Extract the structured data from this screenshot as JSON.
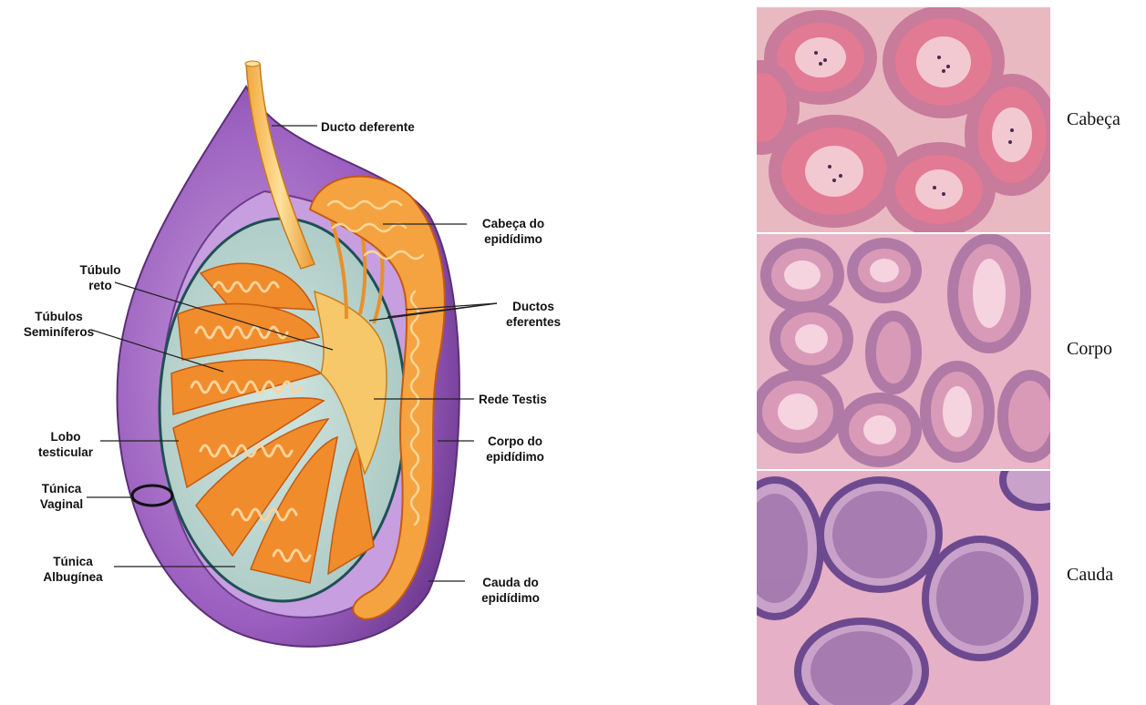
{
  "diagram": {
    "labels": {
      "ducto_deferente": "Ducto deferente",
      "cabeca_epididimo": "Cabeça do\nepidídimo",
      "tubulo_reto": "Túbulo\nreto",
      "ductos_eferentes": "Ductos\neferentes",
      "tubulos_seminiferos": "Túbulos\nSeminíferos",
      "rede_testis": "Rede Testis",
      "lobo_testicular": "Lobo\ntesticular",
      "corpo_epididimo": "Corpo do\nepidídimo",
      "tunica_vaginal": "Túnica\nVaginal",
      "tunica_albuginea": "Túnica\nAlbugínea",
      "cauda_epididimo": "Cauda do\nepidídimo"
    }
  },
  "histology": [
    {
      "label": "Cabeça"
    },
    {
      "label": "Corpo"
    },
    {
      "label": "Cauda"
    }
  ],
  "colors": {
    "tunica": "#9b59b6",
    "tubule_orange": "#f08c2c",
    "tubule_light": "#fcd39a",
    "rete": "#f7c86a",
    "lumen_bg": "#b9d4cf",
    "stain_pink": "#e8a4b6",
    "stain_purple": "#6d4a8f"
  }
}
